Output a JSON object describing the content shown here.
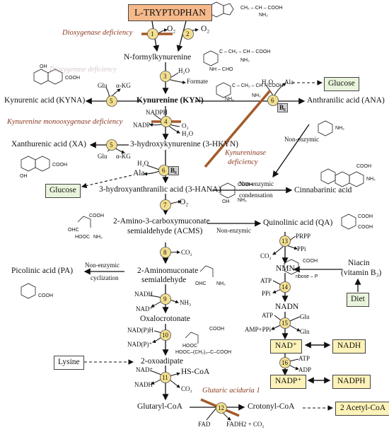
{
  "start": "L-TRYPTOPHAN",
  "compounds": {
    "n_formylkynurenine": "N-formylkynurenine",
    "kynurenine": "Kynurenine (KYN)",
    "kyna": "Kynurenic acid (KYNA)",
    "ana": "Anthranilic acid (ANA)",
    "hkyn": "3-hydroxykynurenine (3-HKYN)",
    "xa": "Xanthurenic acid (XA)",
    "hana": "3-hydroxyanthranilic acid (3-HANA)",
    "cinnabarinic": "Cinnabarinic acid",
    "acms_1": "2-Amino-3-carboxymuconate",
    "acms_2": "semialdehyde (ACMS)",
    "qa": "Quinolinic acid (QA)",
    "picolinic": "Picolinic acid (PA)",
    "ams_1": "2-Aminomuconate",
    "ams_2": "semialdehyde",
    "nmn": "NMN",
    "nadn": "NADN",
    "oxalocrotonate": "Oxalocrotonate",
    "oxoadipate": "2-oxoadipate",
    "glutaryl": "Glutaryl-CoA",
    "crotonyl": "Crotonyl-CoA",
    "niacin_1": "Niacin",
    "niacin_2": "(vitamin B₃)"
  },
  "boxes": {
    "glucose_top": "Glucose",
    "glucose_left": "Glucose",
    "diet": "Diet",
    "lysine": "Lysine",
    "nad_plus": "NAD⁺",
    "nadh": "NADH",
    "nadp_plus": "NADP⁺",
    "nadph": "NADPH",
    "acetyl": "2 Acetyl-CoA"
  },
  "deficiencies": {
    "dioxygenase": "Dioxygenase deficiency",
    "kmo": "Kynurenine monooxygenase deficiency",
    "kynureninase_1": "Kynureninase",
    "kynureninase_2": "deficiency",
    "glutaric": "Glutaric aciduria 1"
  },
  "cofactors": {
    "o2_1": "O₂",
    "o2_2": "O₂",
    "h2o_3": "H₂O",
    "formate": "Formate",
    "glu_5a": "Glu",
    "akg_5a": "α-KG",
    "nadph_4": "NADPH",
    "nadp_4": "NADP⁺",
    "o2_4": "O₂",
    "h2o_4": "H₂O",
    "glu_5b": "Glu",
    "akg_5b": "α-KG",
    "h2o_6a": "H₂O",
    "ala_6a": "Ala",
    "h2o_6b": "H₂O",
    "ala_6b": "Ala",
    "o2_7": "O₂",
    "co2_8": "CO₂",
    "nadh_9": "NADH",
    "nad_9": "NAD⁺",
    "nh3_9": "NH₃",
    "nadph_10": "NAD(P)H",
    "nadp_10": "NAD(P)⁺",
    "nad_11": "NAD⁺",
    "nadh_11": "NADH",
    "hscoa_11": "HS-CoA",
    "co2_11": "CO₂",
    "fad_12": "FAD",
    "fadh2_12": "FADH2 + CO₂",
    "prpp_13": "PRPP",
    "ppi_13": "PPi",
    "co2_13": "CO₂",
    "atp_14": "ATP",
    "ppi_14": "PPi",
    "atp_15": "ATP",
    "amp_15": "AMP+PPi",
    "glu_15": "Glu",
    "gln_15": "Gln",
    "atp_16": "ATP",
    "adp_16": "ADP"
  },
  "enzyme_numbers": [
    "1",
    "2",
    "3",
    "4",
    "5",
    "5",
    "6",
    "6",
    "7",
    "8",
    "9",
    "10",
    "11",
    "12",
    "13",
    "14",
    "15",
    "16"
  ],
  "b6_label": "B₆",
  "notes": {
    "non_enzymic_1": "Non-enzymic",
    "non_enzymic_cond_1": "Non-enzymic",
    "non_enzymic_cond_2": "condensation",
    "non_enzymic_qa": "Non-enzymic",
    "non_enzymic_cyc_1": "Non-enzymic",
    "non_enzymic_cyc_2": "cyclization"
  },
  "structure_labels": {
    "trp_side": "CH₂ – CH – COOH",
    "trp_nh2": "NH₂",
    "nfk_side": "C – CH₂ – CH – COOH",
    "nfk_nh2": "NH₂",
    "nfk_cho": "NH – CHO",
    "kyn_side": "C – CH₂ – CH – COOH",
    "kyn_nh2": "NH₂",
    "oxoadipate_formula": "HOOC–(CH₂)₃–C–COOH",
    "ribose": "ribose – P",
    "cooh": "COOH",
    "oh": "OH",
    "nh2": "NH₂",
    "ohc": "OHC",
    "hooc": "HOOC"
  },
  "colors": {
    "enzyme_fill": "#f3df8e",
    "start_fill": "#f6b98a",
    "green_box": "#e8f5dc",
    "yellow_box": "#fdf2b8",
    "block_bar": "#a35a2a",
    "deficiency_text": "#8b3a20"
  }
}
